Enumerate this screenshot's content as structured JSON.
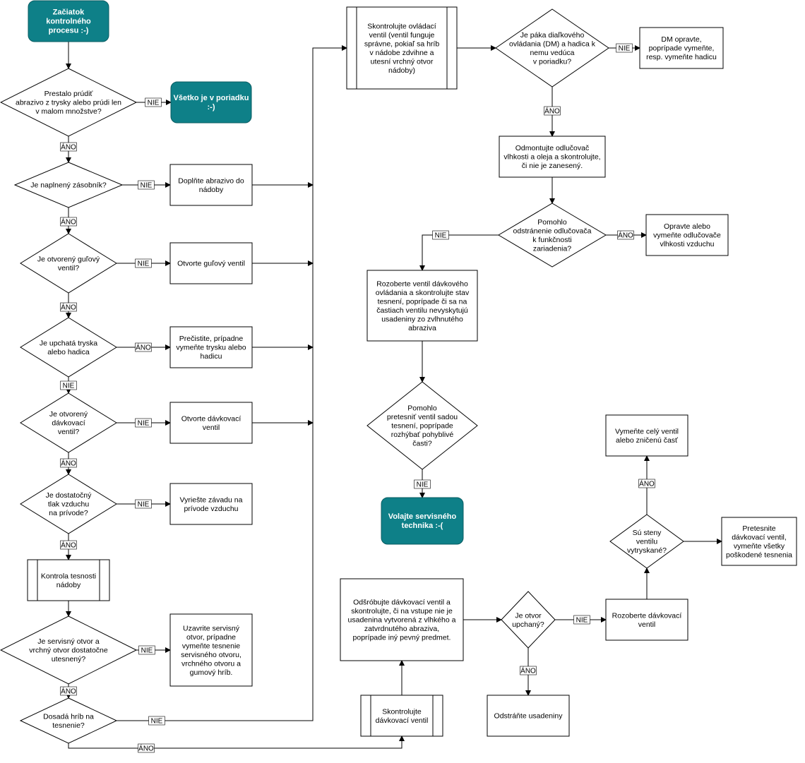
{
  "colors": {
    "terminal_fill": "#0e8088",
    "terminal_text": "#ffffff",
    "line": "#000000",
    "background": "#ffffff"
  },
  "nodes": {
    "start": "Začiatok|kontrolného|procesu :-)",
    "q_abrasive": "Prestalo prúdiť|abrazivo z trysky alebo prúdi len|v malom množstve?",
    "all_ok": "Všetko je v poriadku|:-)",
    "q_hopper": "Je naplnený zásobník?",
    "a_refill": "Doplňte abrazivo do|nádoby",
    "q_ball_valve": "Je otvorený guľový|ventil?",
    "a_open_ball": "Otvorte guľový ventil",
    "q_nozzle": "Je upchatá tryska|alebo hadica",
    "a_clean_nozzle": "Prečistite, prípadne|vymeňte trysku alebo|hadicu",
    "q_dosing_open": "Je otvorený|dávkovací|ventil?",
    "a_open_dosing": "Otvorte dávkovací|ventil",
    "q_pressure": "Je dostatočný|tlak vzduchu|na prívode?",
    "a_fix_supply": "Vyriešte závadu na|prívode vzduchu",
    "p_vessel_check": "Kontrola tesnosti|nádoby",
    "q_service_opening": "Je servisný otvor a|vrchný otvor dostatočne|utesnený?",
    "a_seal": "Uzavrite servisný|otvor, prípadne|vymeňte tesnenie|servisného otvoru,|vrchného otvoru a|gumový hríb.",
    "q_mushroom": "Dosadá hríb na|tesnenie?",
    "p_control_valve": "Skontrolujte ovládací|ventil (ventil funguje|správne, pokiaľ sa hríb|v nádobe zdvihne a|utesní vrchný otvor|nádoby)",
    "q_remote": "Je páka diaľkového|ovládania (DM) a hadica k|nemu vedúca|v poriadku?",
    "a_fix_dm": "DM opravte,|poprípade vymeňte,|resp. vymeňte hadicu",
    "a_separator": "Odmontujte odlučovač|vlhkosti a oleja a skontrolujte,|či nie je zanesený.",
    "q_separator_helped": "Pomohlo|odstránenie odlučovača|k funkčnosti|zariadenia?",
    "a_replace_separator": "Opravte alebo|vymeňte odlučovače|vlhkosti vzduchu",
    "a_dismantle_remote": "Rozoberte ventil dávkového|ovládania a skontrolujte stav|tesnení, poprípade či sa na|častiach ventilu nevyskytujú|usadeniny zo zvlhnutého|abraziva",
    "q_reseal_helped": "Pomohlo|pretesniť ventil sadou|tesnení, poprípade|rozhýbať pohyblivé|časti?",
    "call_tech": "Volajte servisného|technika :-(",
    "p_dosing_valve": "Skontrolujte|dávkovací ventil",
    "a_unscrew": "Odšróbujte dávkovací ventil a|skontrolujte, či na vstupe nie je|usadenina vytvorená z vlhkého a|zatvrdnutého abraziva,|poprípade iný pevný predmet.",
    "q_clogged": "Je otvor|upchaný?",
    "a_remove_deposit": "Odstráňte usadeniny",
    "a_dismantle_dosing": "Rozoberte dávkovací|ventil",
    "q_walls": "Sú steny|ventilu|vytryskané?",
    "a_replace_valve": "Vymeňte celý ventil|alebo zničenú časť",
    "a_reseal_dosing": "Pretesnite|dávkovací ventil,|vymeňte všetky|poškodené tesnenia"
  },
  "labels": {
    "yes": "ÁNO",
    "no": "NIE"
  }
}
